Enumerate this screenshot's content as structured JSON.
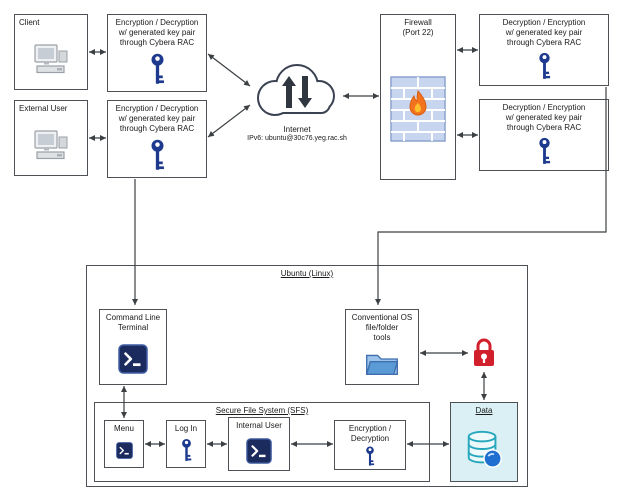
{
  "nodes": {
    "client": {
      "label": "Client"
    },
    "external_user": {
      "label": "External User"
    },
    "enc_client": {
      "label": "Encryption / Decryption\nw/ generated key pair\nthrough Cybera RAC"
    },
    "enc_external": {
      "label": "Encryption / Decryption\nw/ generated key pair\nthrough Cybera RAC"
    },
    "internet": {
      "label": "Internet",
      "ipv6": "IPv6: ubuntu@30c76.yeg.rac.sh"
    },
    "firewall": {
      "label": "Firewall\n(Port 22)"
    },
    "dec_top": {
      "label": "Decryption / Encryption\nw/ generated key pair\nthrough Cybera RAC"
    },
    "dec_bottom": {
      "label": "Decryption / Encryption\nw/ generated key pair\nthrough Cybera RAC"
    },
    "ubuntu": {
      "label": "Ubuntu (Linux)"
    },
    "cli_terminal": {
      "label": "Command Line\nTerminal"
    },
    "os_tools": {
      "label": "Conventional OS\nfile/folder\ntools"
    },
    "sfs": {
      "label": "Secure File System (SFS)"
    },
    "menu": {
      "label": "Menu"
    },
    "login": {
      "label": "Log In"
    },
    "internal_user": {
      "label": "Internal User"
    },
    "sfs_encdec": {
      "label": "Encryption /\nDecryption"
    },
    "data": {
      "label": "Data"
    }
  },
  "colors": {
    "line": "#3c4043",
    "box_border": "#4d5156",
    "key_blue": "#1e3a8f",
    "terminal_navy": "#1b2b5e",
    "folder_blue": "#5b9bd5",
    "brick_fill": "#c7d5ef",
    "brick_line": "#ffffff",
    "flame_orange": "#f4731f",
    "lock_red": "#d21f2c",
    "data_bg": "#daf0f4",
    "db_teal": "#27a7bd",
    "sphere_blue": "#1f6fd0"
  }
}
